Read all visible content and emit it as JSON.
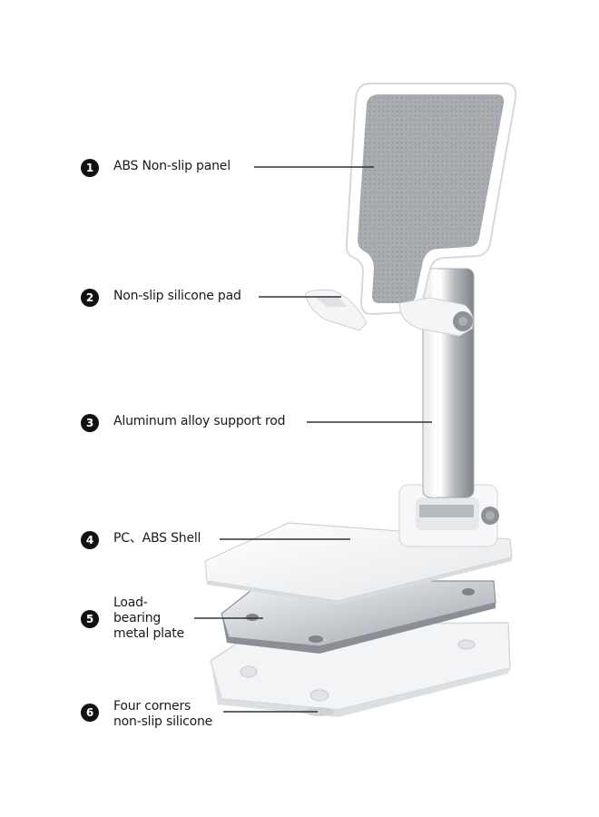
{
  "callouts": [
    {
      "number": "1",
      "lines": [
        "ABS Non-slip panel"
      ]
    },
    {
      "number": "2",
      "lines": [
        "Non-slip silicone pad"
      ]
    },
    {
      "number": "3",
      "lines": [
        "Aluminum alloy support rod"
      ]
    },
    {
      "number": "4",
      "lines": [
        "PC、ABS Shell"
      ]
    },
    {
      "number": "5",
      "lines": [
        "Load-",
        "bearing",
        "metal plate"
      ]
    },
    {
      "number": "6",
      "lines": [
        "Four corners",
        "non-slip silicone"
      ]
    }
  ],
  "colors": {
    "badge": "#111111",
    "text": "#1a1a1a",
    "leader": "#333333",
    "panel_grip": "#a9adb1",
    "shell": "#f6f6f6",
    "metal": "#cfd2d6"
  }
}
